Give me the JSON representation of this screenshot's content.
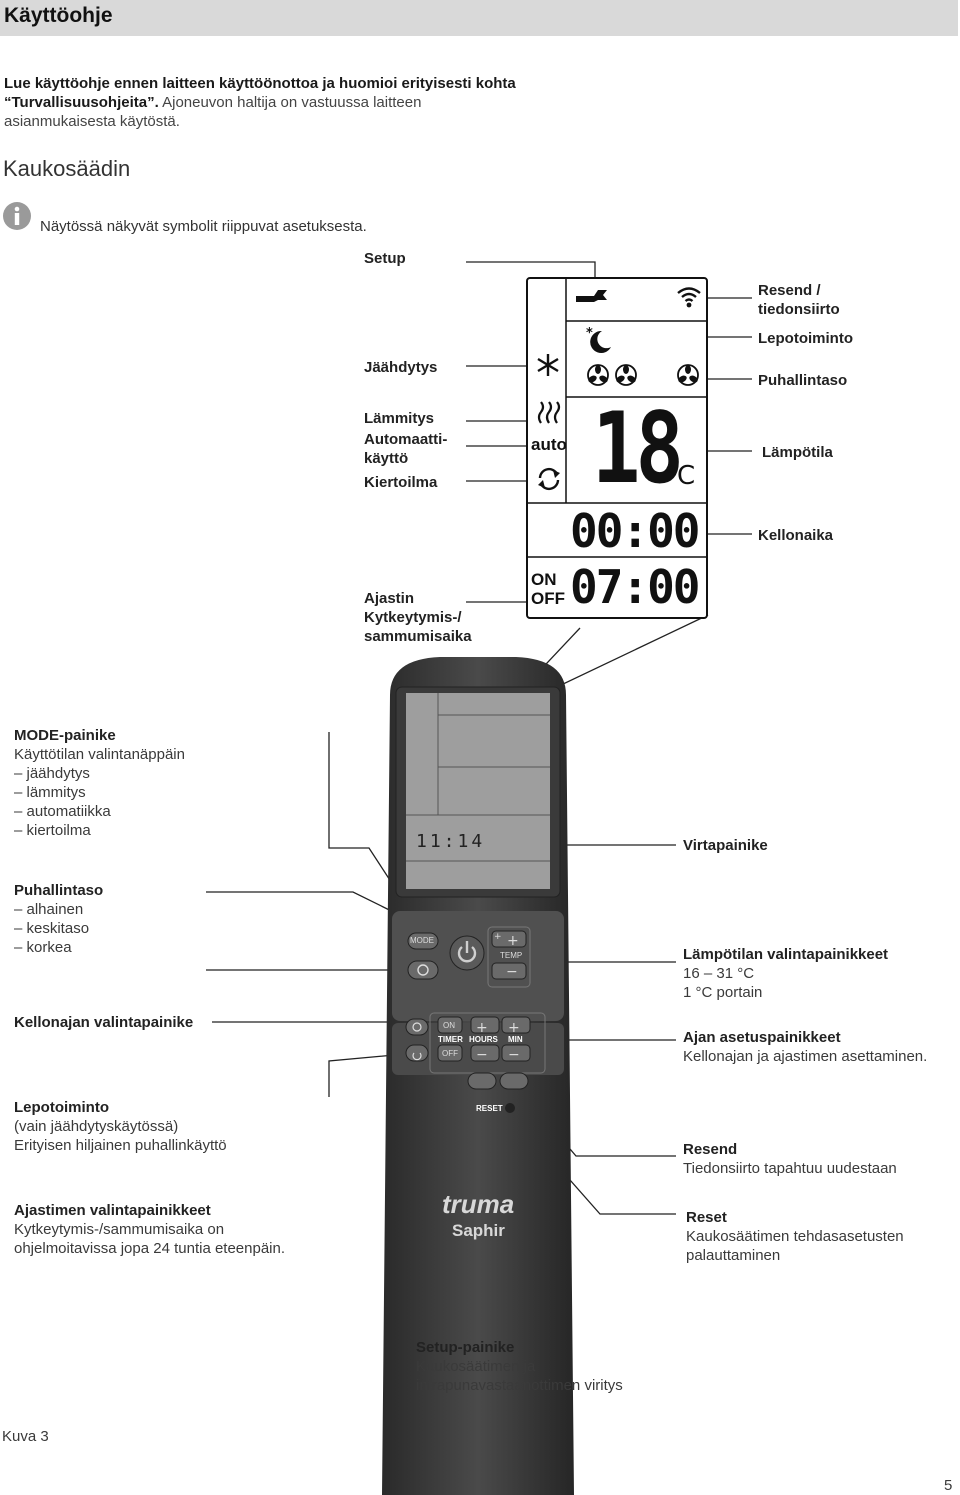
{
  "header": {
    "title": "Käyttöohje"
  },
  "intro": {
    "bold1": "Lue käyttöohje ennen laitteen käyttöönottoa ja huomioi erityisesti kohta “Turvallisuusohjeita”.",
    "normal1": " Ajoneuvon haltija on vastuussa laitteen asianmukaisesta käytöstä."
  },
  "section_title": "Kaukosäädin",
  "note": "Näytössä näkyvät symbolit riippuvat asetuksesta.",
  "display_labels": {
    "setup": "Setup",
    "resend": "Resend /",
    "resend2": "tiedonsiirto",
    "sleep": "Lepotoiminto",
    "fan": "Puhallintaso",
    "cooling": "Jäähdytys",
    "heating": "Lämmitys",
    "auto1": "Automaatti-",
    "auto2": "käyttö",
    "circ": "Kiertoilma",
    "temp": "Lämpötila",
    "clock": "Kellonaika",
    "timer1": "Ajastin",
    "timer2": "Kytkeytymis-/",
    "timer3": "sammumisaika"
  },
  "lcd": {
    "auto": "auto",
    "temp": "18",
    "unit": "°C",
    "clock": "00:00",
    "on": "ON",
    "off": "OFF",
    "timer": "07:00",
    "small_clock": "11:14"
  },
  "remote": {
    "mode": "MODE",
    "temp": "TEMP",
    "on": "ON",
    "timer": "TIMER",
    "off": "OFF",
    "hours": "HOURS",
    "min": "MIN",
    "reset": "RESET",
    "brand": "truma",
    "model": "Saphir"
  },
  "left_labels": {
    "mode_title": "MODE-painike",
    "mode_l1": "Käyttötilan valintanäppäin",
    "mode_l2": "– jäähdytys",
    "mode_l3": "– lämmitys",
    "mode_l4": "– automatiikka",
    "mode_l5": "– kiertoilma",
    "fan_title": "Puhallintaso",
    "fan_l1": "– alhainen",
    "fan_l2": "– keskitaso",
    "fan_l3": "– korkea",
    "clock_title": "Kellonajan valintapainike",
    "sleep_title": "Lepotoiminto",
    "sleep_l1": "(vain jäähdytyskäytössä)",
    "sleep_l2": "Erityisen hiljainen puhallinkäyttö",
    "timer_title": "Ajastimen valintapainikkeet",
    "timer_l1": "Kytkeytymis-/sammumisaika on",
    "timer_l2": "ohjelmoitavissa jopa 24 tuntia eteenpäin."
  },
  "right_labels": {
    "power": "Virtapainike",
    "temp_title": "Lämpötilan valintapainikkeet",
    "temp_l1": "16 – 31 °C",
    "temp_l2": "1 °C portain",
    "time_title": "Ajan asetuspainikkeet",
    "time_l1": "Kellonajan ja ajastimen asettaminen.",
    "resend_title": "Resend",
    "resend_l1": "Tiedonsiirto tapahtuu uudestaan",
    "reset_title": "Reset",
    "reset_l1": "Kaukosäätimen tehdasasetusten",
    "reset_l2": "palauttaminen"
  },
  "bottom": {
    "setup_title": "Setup-painike",
    "setup_l1": "Kaukosäätimen ja",
    "setup_l2": "infrapunavastaanottimen viritys",
    "caption": "Kuva 3",
    "page": "5"
  }
}
